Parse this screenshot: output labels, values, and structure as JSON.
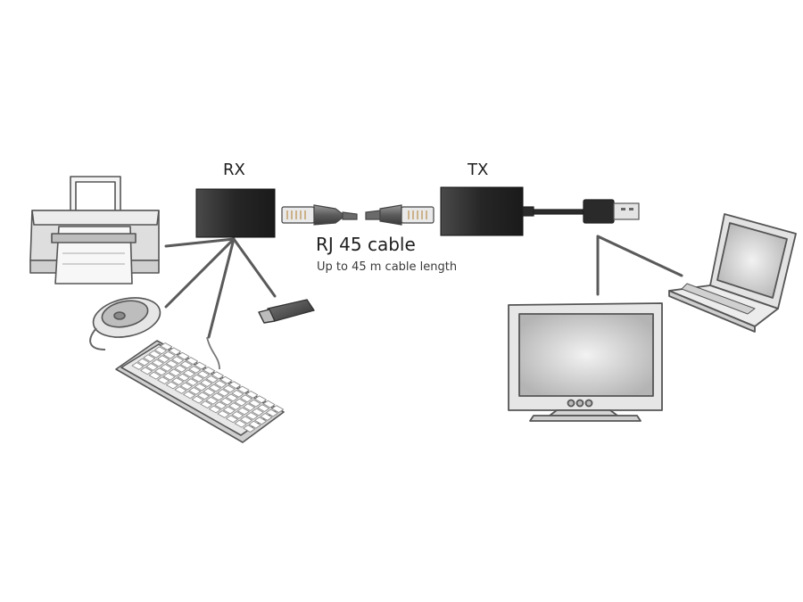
{
  "diagram": {
    "rx_label": "RX",
    "tx_label": "TX",
    "cable_label": "RJ 45 cable",
    "cable_length_label": "Up to 45 m cable length"
  },
  "devices": {
    "receiver_side": [
      "printer-icon",
      "mouse-icon",
      "keyboard-icon",
      "usb-stick-icon"
    ],
    "transmitter_side": [
      "monitor-icon",
      "laptop-icon"
    ]
  },
  "colors": {
    "module_dark": "#1f1f1f",
    "module_light": "#4a4a4a",
    "sketch_stroke": "#555555",
    "device_fill": "#e6e6e6",
    "connector_wire": "#6a6a6a"
  }
}
